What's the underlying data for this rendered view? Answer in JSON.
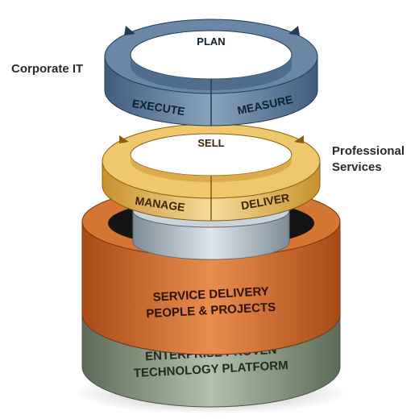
{
  "corporate_it": {
    "label": "Corporate IT",
    "ring": [
      "PLAN",
      "EXECUTE",
      "MEASURE"
    ]
  },
  "professional_services": {
    "label_line1": "Professional",
    "label_line2": "Services",
    "ring": [
      "SELL",
      "MANAGE",
      "DELIVER"
    ]
  },
  "service_delivery": {
    "line1": "SERVICE DELIVERY",
    "line2": "PEOPLE & PROJECTS"
  },
  "platform": {
    "line1": "ENTERPRISE PROVEN",
    "line2": "TECHNOLOGY PLATFORM"
  },
  "colors": {
    "blue_ring": "#5b7895",
    "yellow_ring": "#e3b757",
    "orange_band": "#c9652a",
    "green_band": "#7f8f78"
  }
}
